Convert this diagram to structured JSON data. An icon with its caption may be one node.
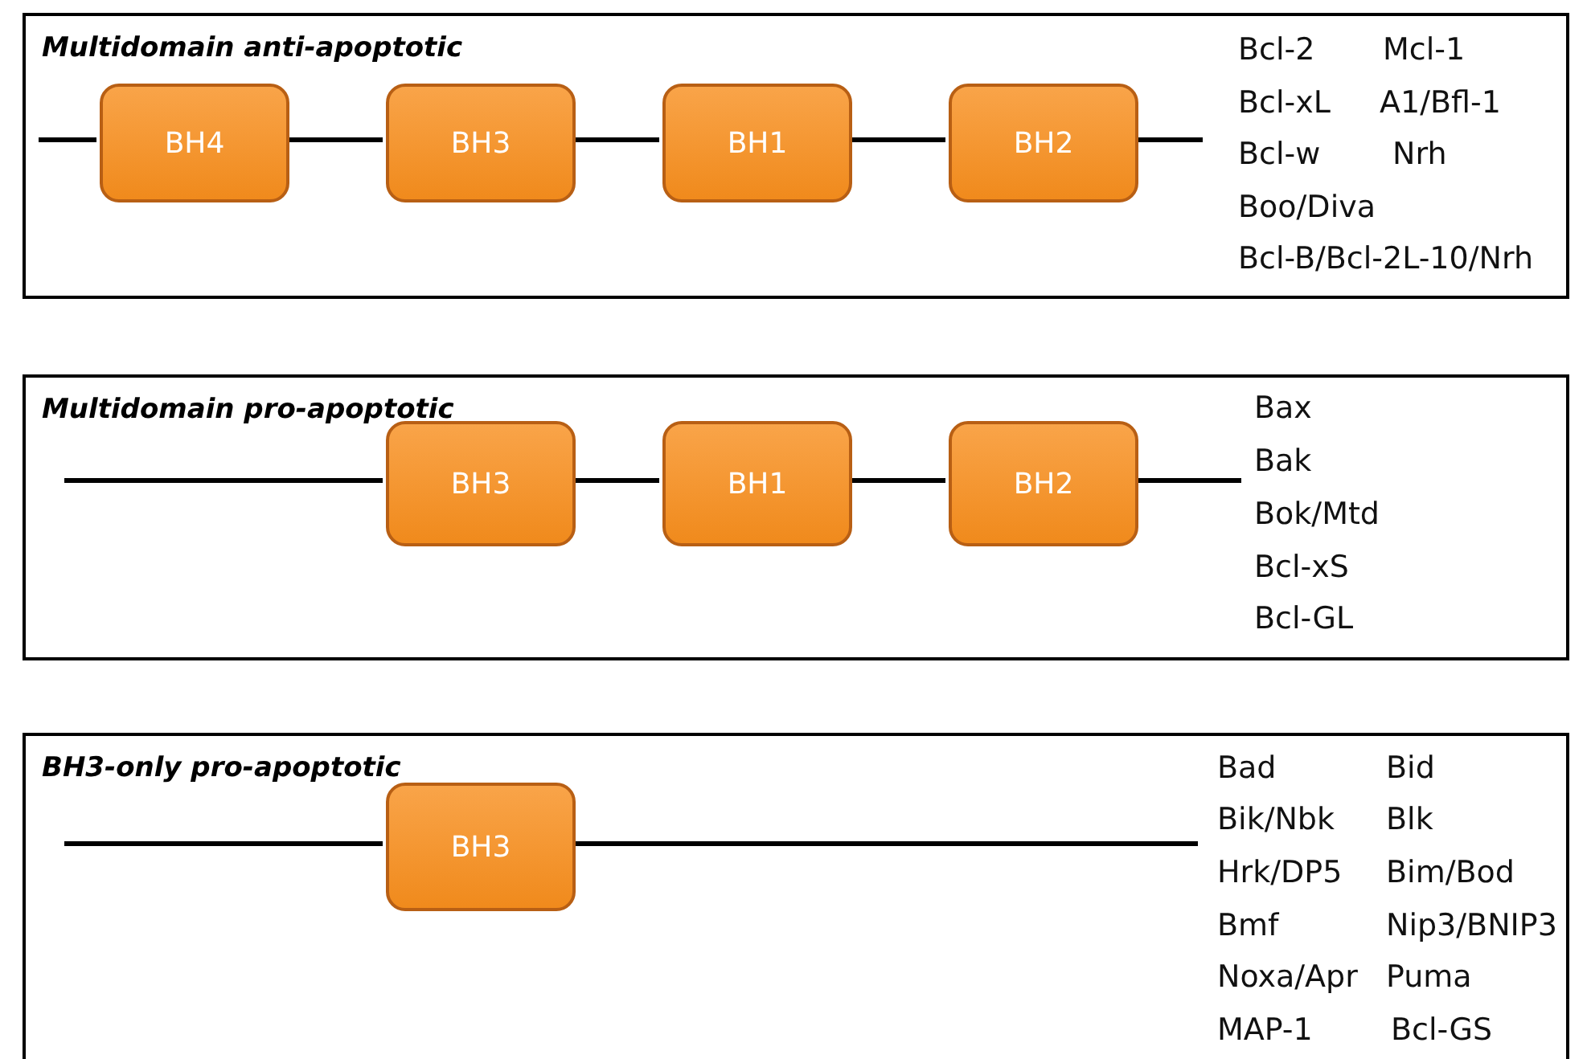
{
  "diagram": {
    "nodes": [
      {
        "text": [
          "Multidomain anti-apoptotic"
        ]
      },
      {
        "text": [
          "BH4"
        ],
        "in": 0
      },
      {
        "text": [
          "BH3"
        ],
        "in": 0
      },
      {
        "text": [
          "BH1"
        ],
        "in": 0
      },
      {
        "text": [
          "BH2"
        ],
        "in": 0
      },
      {
        "text": [
          "Multidomain pro-apoptotic"
        ]
      },
      {
        "text": [
          "BH3"
        ],
        "in": 5
      },
      {
        "text": [
          "BH1"
        ],
        "in": 5
      },
      {
        "text": [
          "BH2"
        ],
        "in": 5
      },
      {
        "text": [
          "BH3-only pro-apoptotic"
        ]
      },
      {
        "text": [
          "BH3"
        ],
        "in": 9
      }
    ],
    "edges": [
      {
        "from": null,
        "to": 1,
        "arrow": "none"
      },
      {
        "from": 1,
        "to": 2,
        "arrow": "none"
      },
      {
        "from": 2,
        "to": 3,
        "arrow": "none"
      },
      {
        "from": 3,
        "to": 4,
        "arrow": "none"
      },
      {
        "from": 4,
        "to": null,
        "arrow": "none"
      },
      {
        "from": null,
        "to": 6,
        "arrow": "none"
      },
      {
        "from": 6,
        "to": 7,
        "arrow": "none"
      },
      {
        "from": 7,
        "to": 8,
        "arrow": "none"
      },
      {
        "from": 8,
        "to": null,
        "arrow": "none"
      },
      {
        "from": null,
        "to": 10,
        "arrow": "none"
      },
      {
        "from": 10,
        "to": null,
        "arrow": "none"
      }
    ],
    "labels": [
      "Bcl-2",
      "Mcl-1",
      "Bcl-xL",
      "A1/Bfl-1",
      "Bcl-w",
      "Nrh",
      "Boo/Diva",
      "Bcl-B/Bcl-2L-10/Nrh",
      "Bax",
      "Bak",
      "Bok/Mtd",
      "Bcl-xS",
      "Bcl-GL",
      "Bad",
      "Bid",
      "Bik/Nbk",
      "Blk",
      "Hrk/DP5",
      "Bim/Bod",
      "Bmf",
      "Nip3/BNIP3",
      "Noxa/Apr",
      "Puma",
      "MAP-1",
      "Bcl-GS"
    ]
  }
}
